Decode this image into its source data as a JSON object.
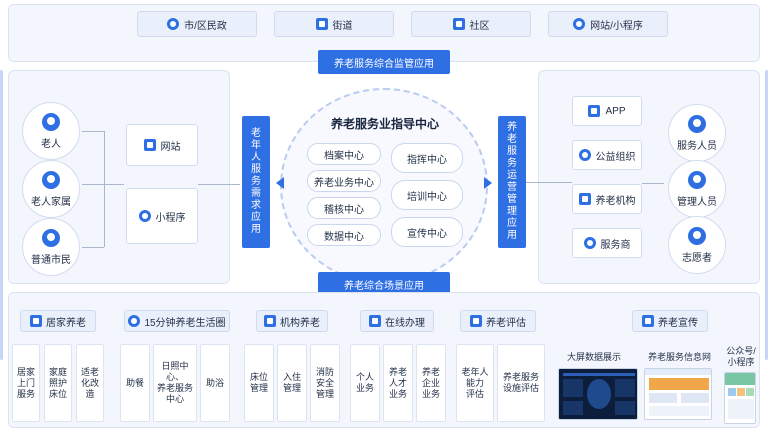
{
  "top_entries": [
    {
      "label": "市/区民政",
      "icon": "globe-icon"
    },
    {
      "label": "街道",
      "icon": "building-icon"
    },
    {
      "label": "社区",
      "icon": "community-icon"
    },
    {
      "label": "网站/小程序",
      "icon": "link-icon"
    }
  ],
  "supervision_app": "养老服务综合监管应用",
  "scenario_app": "养老综合场景应用",
  "left_users": [
    {
      "label": "老人",
      "icon": "elder-icon"
    },
    {
      "label": "老人家属",
      "icon": "family-icon"
    },
    {
      "label": "普通市民",
      "icon": "citizen-icon"
    }
  ],
  "left_channels": [
    {
      "label": "网站",
      "icon": "monitor-icon"
    },
    {
      "label": "小程序",
      "icon": "miniprogram-icon"
    }
  ],
  "demand_app": "老年人服务需求应用",
  "operation_app": "养老服务运营管理应用",
  "center": {
    "title": "养老服务业指导中心",
    "left_pills": [
      "档案中心",
      "养老业务中心",
      "稽核中心",
      "数据中心"
    ],
    "right_pills": [
      "指挥中心",
      "培训中心",
      "宣传中心"
    ]
  },
  "right_channels": [
    {
      "label": "APP",
      "icon": "app-icon"
    },
    {
      "label": "公益组织",
      "icon": "charity-icon"
    },
    {
      "label": "养老机构",
      "icon": "institution-icon"
    },
    {
      "label": "服务商",
      "icon": "provider-icon"
    }
  ],
  "right_users": [
    {
      "label": "服务人员",
      "icon": "staff-icon"
    },
    {
      "label": "管理人员",
      "icon": "manager-icon"
    },
    {
      "label": "志愿者",
      "icon": "volunteer-icon"
    }
  ],
  "categories": [
    {
      "label": "居家养老",
      "icon": "home-icon",
      "items": [
        "居家\n上门\n服务",
        "家庭\n照护\n床位",
        "适老\n化改\n造"
      ]
    },
    {
      "label": "15分钟养老生活圈",
      "icon": "clock-icon",
      "items": [
        "助餐",
        "日照中心、\n养老服务\n中心",
        "助浴"
      ]
    },
    {
      "label": "机构养老",
      "icon": "institution-icon",
      "items": [
        "床位\n管理",
        "入住\n管理",
        "消防\n安全\n管理"
      ]
    },
    {
      "label": "在线办理",
      "icon": "edit-icon",
      "items": [
        "个人\n业务",
        "养老\n人才\n业务",
        "养老\n企业\n业务"
      ]
    },
    {
      "label": "养老评估",
      "icon": "evaluation-icon",
      "items": [
        "老年人\n能力\n评估",
        "养老服务\n设施评估"
      ]
    },
    {
      "label": "养老宣传",
      "icon": "megaphone-icon",
      "items": []
    }
  ],
  "promo_media": [
    {
      "label": "大屏数据展示"
    },
    {
      "label": "养老服务信息网"
    },
    {
      "label": "公众号/\n小程序"
    }
  ],
  "colors": {
    "accent": "#2f6fe4",
    "panel": "#f3f6fc",
    "border": "#dbe3f1"
  }
}
